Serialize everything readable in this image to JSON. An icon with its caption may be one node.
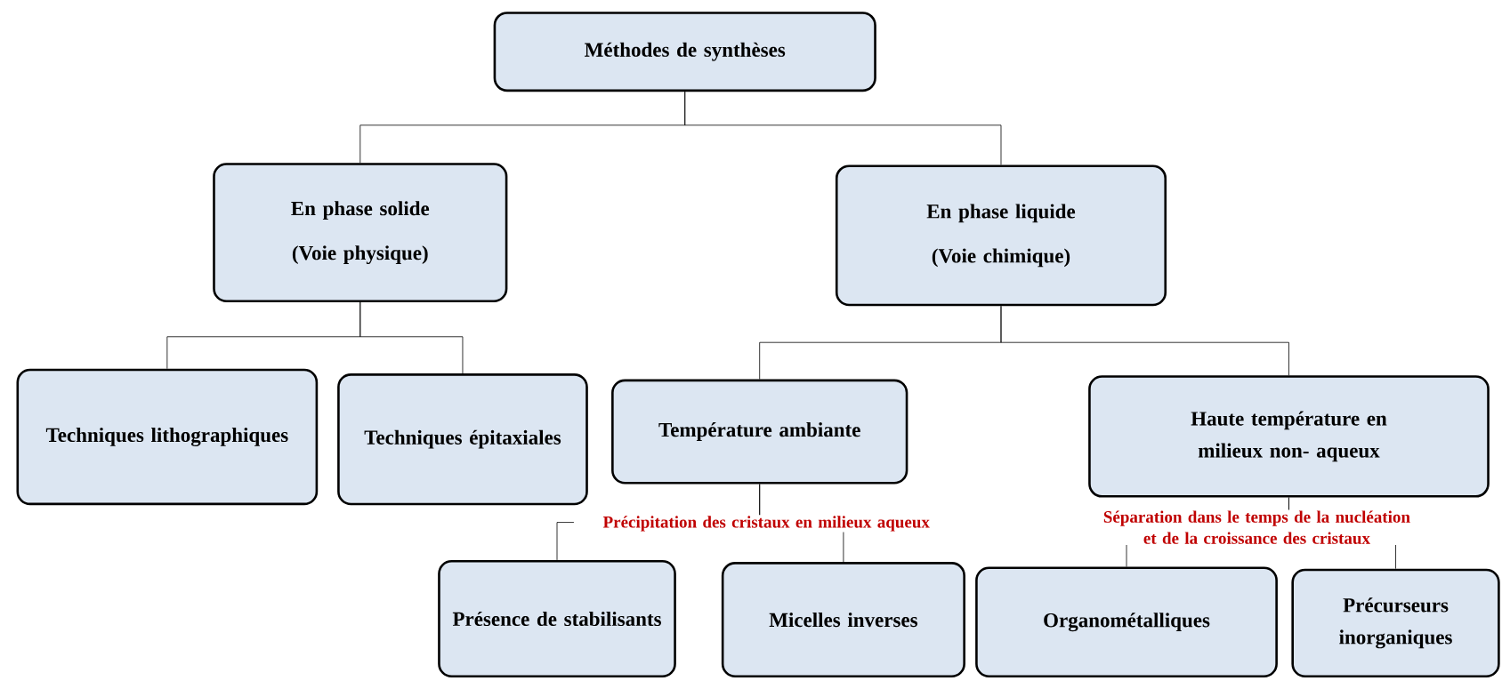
{
  "diagram": {
    "nodes": [
      {
        "text": [
          "Méthodes de synthèses"
        ]
      },
      {
        "text": [
          "En phase solide",
          "(Voie physique)"
        ]
      },
      {
        "text": [
          "En phase liquide",
          "(Voie chimique)"
        ]
      },
      {
        "text": [
          "Techniques lithographiques"
        ]
      },
      {
        "text": [
          "Techniques épitaxiales"
        ]
      },
      {
        "text": [
          "Température ambiante"
        ]
      },
      {
        "text": [
          "Haute température en milieux non- aqueux"
        ]
      },
      {
        "text": [
          "Présence de stabilisants"
        ]
      },
      {
        "text": [
          "Micelles inverses"
        ]
      },
      {
        "text": [
          "Organométalliques"
        ]
      },
      {
        "text": [
          "Précurseurs inorganiques"
        ]
      }
    ],
    "edges": [
      {
        "from": 0,
        "to": 1,
        "arrow": "none"
      },
      {
        "from": 0,
        "to": 2,
        "arrow": "none"
      },
      {
        "from": 1,
        "to": 3,
        "arrow": "none"
      },
      {
        "from": 1,
        "to": 4,
        "arrow": "none"
      },
      {
        "from": 2,
        "to": 5,
        "arrow": "none"
      },
      {
        "from": 2,
        "to": 6,
        "arrow": "none"
      },
      {
        "from": 5,
        "to": 7,
        "arrow": "none"
      },
      {
        "from": 5,
        "to": 8,
        "arrow": "none"
      },
      {
        "from": 6,
        "to": 9,
        "arrow": "none"
      },
      {
        "from": 6,
        "to": 10,
        "arrow": "none"
      }
    ],
    "labels": [
      "Précipitation des cristaux en milieux aqueux",
      "Séparation dans le temps de la nucléation et de la croissance des cristaux"
    ]
  }
}
